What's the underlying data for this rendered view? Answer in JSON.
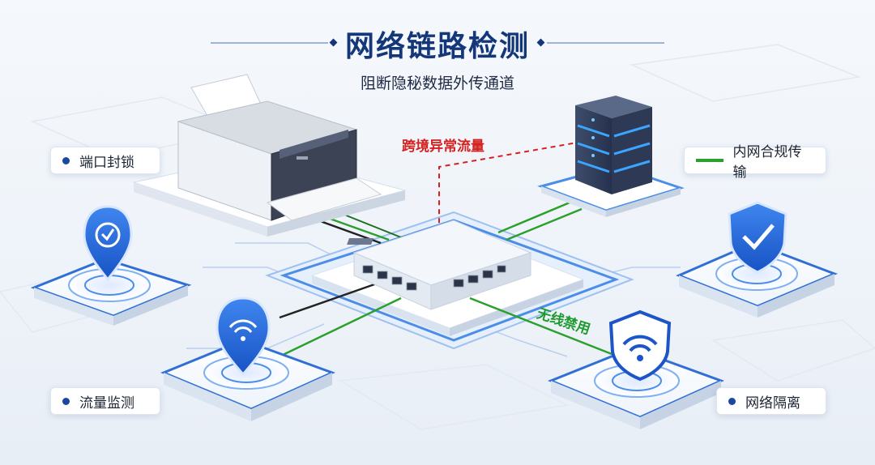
{
  "header": {
    "title": "网络链路检测",
    "subtitle": "阻断隐秘数据外传通道"
  },
  "labels": {
    "cross_border": "跨境异常流量",
    "wireless_disabled": "无线禁用"
  },
  "features": {
    "port_lock": "端口封锁",
    "traffic_monitor": "流量监测",
    "intranet_transfer": "内网合规传输",
    "network_isolation": "网络隔离"
  },
  "colors": {
    "title": "#14377a",
    "accent_blue": "#1a47a0",
    "compliant_link": "#2ca02c",
    "abnormal_link": "#d4201f"
  }
}
